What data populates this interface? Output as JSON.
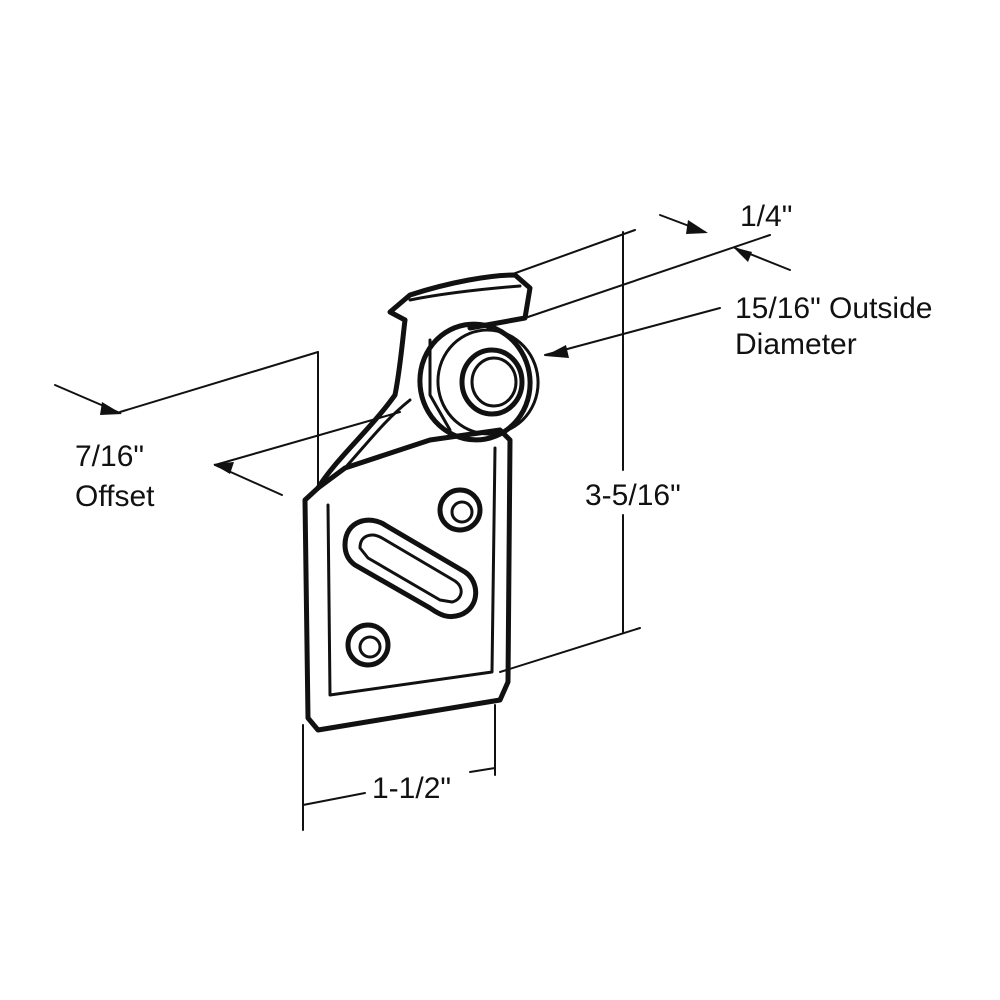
{
  "diagram": {
    "labels": {
      "roller_width": "1/4\"",
      "roller_diameter_line1": "15/16\" Outside",
      "roller_diameter_line2": "Diameter",
      "offset_line1": "7/16\"",
      "offset_line2": "Offset",
      "height": "3-5/16\"",
      "width": "1-1/2\""
    },
    "colors": {
      "line": "#111111",
      "background": "#ffffff"
    }
  }
}
